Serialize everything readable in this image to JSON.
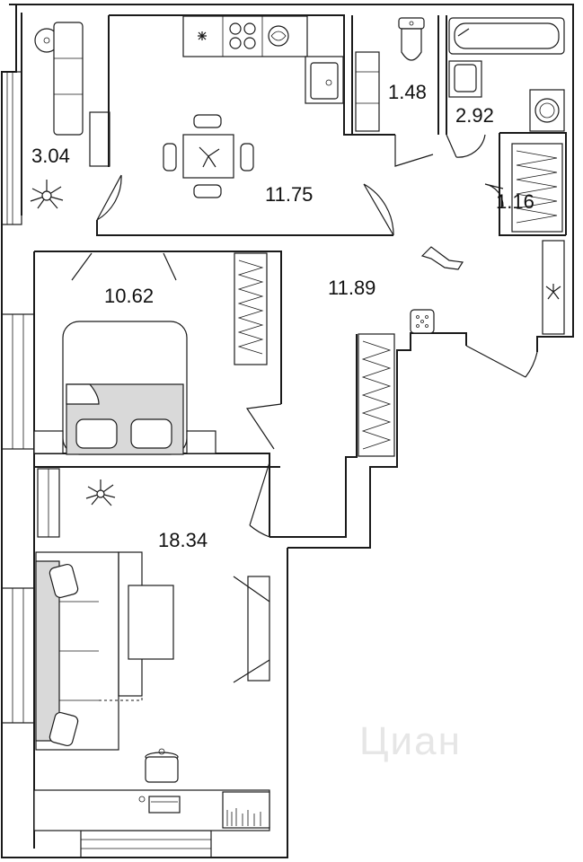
{
  "rooms": {
    "balcony": {
      "area": "3.04"
    },
    "kitchen": {
      "area": "11.75"
    },
    "wc": {
      "area": "1.48"
    },
    "bathroom": {
      "area": "2.92"
    },
    "closet": {
      "area": "1.16"
    },
    "hallway": {
      "area": "11.89"
    },
    "bedroom": {
      "area": "10.62"
    },
    "living": {
      "area": "18.34"
    }
  },
  "watermark": "Циан",
  "colors": {
    "wall": "#1a1a1a",
    "bed_fill": "#d9d9d9",
    "watermark": "#e6e6e6"
  }
}
